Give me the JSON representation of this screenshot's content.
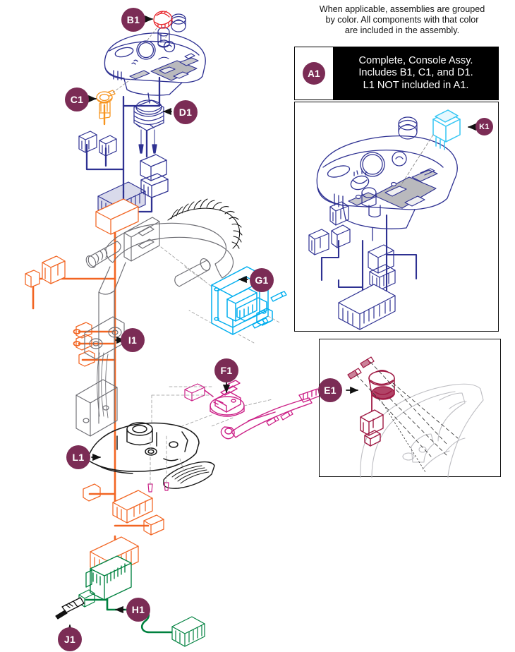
{
  "document": {
    "type": "exploded parts diagram",
    "note_lines": [
      "When applicable, assemblies are grouped",
      "by color. All components with that color",
      "are included in the assembly."
    ]
  },
  "legend": {
    "badge": "A1",
    "lines": [
      "Complete, Console Assy.",
      "Includes B1, C1, and D1.",
      "L1 NOT included in A1."
    ]
  },
  "callouts": [
    {
      "id": "B1",
      "label": "B1",
      "part": "speed-dial-knob",
      "color": "#E8242A"
    },
    {
      "id": "C1",
      "label": "C1",
      "part": "horn-button",
      "color": "#F7941E"
    },
    {
      "id": "D1",
      "label": "D1",
      "part": "console-wire-harness",
      "color": "#2E3192"
    },
    {
      "id": "E1",
      "label": "E1",
      "part": "light-assembly",
      "color": "#A01B45"
    },
    {
      "id": "F1",
      "label": "F1",
      "part": "throttle-lever-assembly",
      "color": "#CC2288"
    },
    {
      "id": "G1",
      "label": "G1",
      "part": "controller-module",
      "color": "#00AEEF"
    },
    {
      "id": "I1",
      "label": "I1",
      "part": "main-wire-harness",
      "color": "#F26522"
    },
    {
      "id": "H1",
      "label": "H1",
      "part": "battery-harness",
      "color": "#00813F"
    },
    {
      "id": "J1",
      "label": "J1",
      "part": "mounting-screw",
      "color": "#111111"
    },
    {
      "id": "K1",
      "label": "K1",
      "part": "rocker-switch",
      "color": "#35C6F4"
    },
    {
      "id": "L1",
      "label": "L1",
      "part": "console-shroud",
      "color": "#111111"
    }
  ],
  "colors": {
    "badge_fill": "#7B2C55",
    "badge_text": "#ffffff",
    "line_art": "#2E3192",
    "outline_black": "#1a1a1a",
    "outline_gray": "#9a9a9a",
    "red": "#E8242A",
    "orange_c1": "#F7941E",
    "orange_i1": "#F26522",
    "indigo": "#2E3192",
    "cyan": "#00AEEF",
    "cyan_light": "#35C6F4",
    "magenta": "#CC2288",
    "green": "#00813F",
    "maroon": "#A01B45",
    "legend_bg": "#000000",
    "legend_fg": "#ffffff",
    "page_bg": "#ffffff"
  }
}
